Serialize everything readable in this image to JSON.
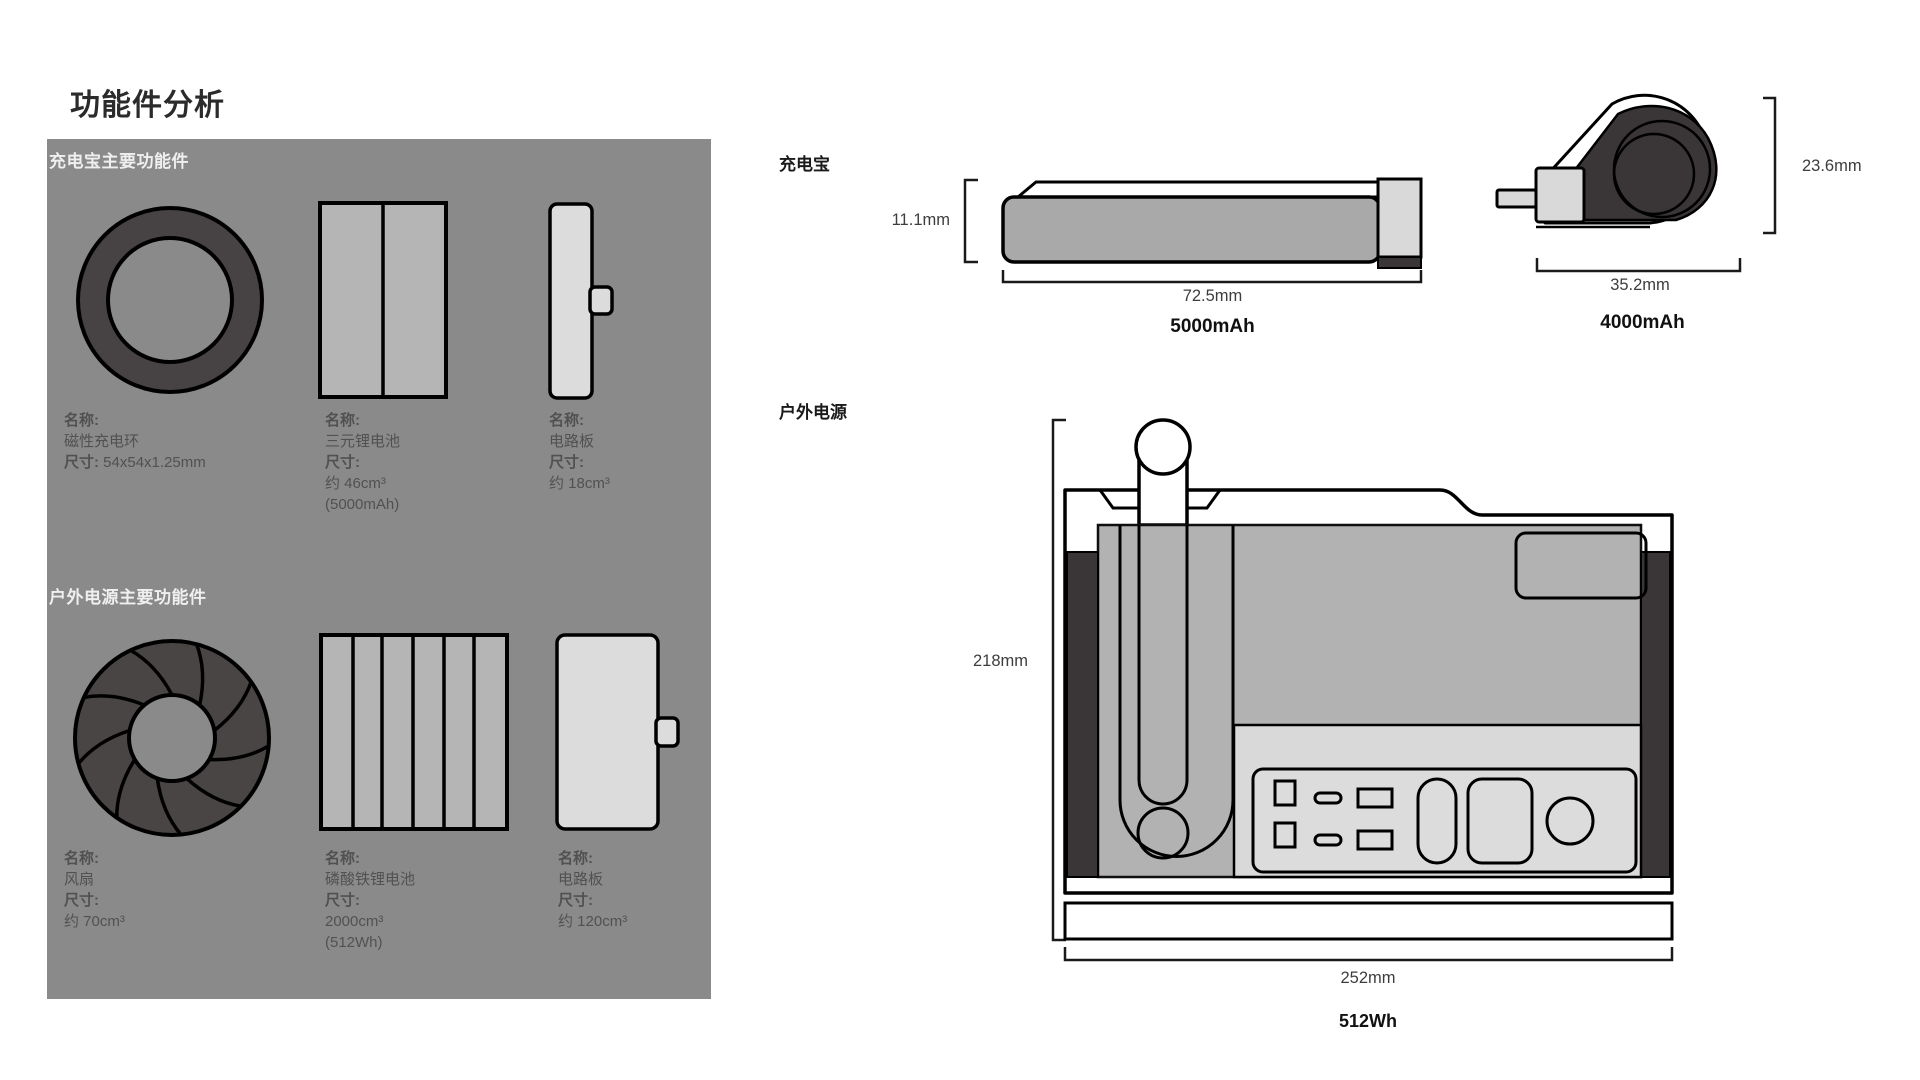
{
  "title": "功能件分析",
  "panel": {
    "sections": [
      {
        "header": "充电宝主要功能件",
        "items": [
          {
            "name_label": "名称:",
            "name": "磁性充电环",
            "size_label": "尺寸:",
            "size_lines": [
              "54x54x1.25mm"
            ]
          },
          {
            "name_label": "名称:",
            "name": "三元锂电池",
            "size_label": "尺寸:",
            "size_lines": [
              "约 46cm³",
              "(5000mAh)"
            ]
          },
          {
            "name_label": "名称:",
            "name": "电路板",
            "size_label": "尺寸:",
            "size_lines": [
              "约 18cm³"
            ]
          }
        ]
      },
      {
        "header": "户外电源主要功能件",
        "items": [
          {
            "name_label": "名称:",
            "name": "风扇",
            "size_label": "尺寸:",
            "size_lines": [
              "约 70cm³"
            ]
          },
          {
            "name_label": "名称:",
            "name": "磷酸铁锂电池",
            "size_label": "尺寸:",
            "size_lines": [
              "2000cm³",
              "(512Wh)"
            ]
          },
          {
            "name_label": "名称:",
            "name": "电路板",
            "size_label": "尺寸:",
            "size_lines": [
              "约 120cm³"
            ]
          }
        ]
      }
    ]
  },
  "right": {
    "powerbank": {
      "label": "充电宝",
      "side_view": {
        "height_dim": "11.1mm",
        "width_dim": "72.5mm",
        "capacity": "5000mAh"
      },
      "front_view": {
        "height_dim": "23.6mm",
        "width_dim": "35.2mm",
        "capacity": "4000mAh"
      }
    },
    "outdoor": {
      "label": "户外电源",
      "height_dim": "218mm",
      "width_dim": "252mm",
      "capacity": "512Wh"
    }
  },
  "colors": {
    "panel_bg": "#8a8a8a",
    "dark_part": "#474243",
    "battery_fill": "#b5b5b5",
    "board_fill": "#dcdcdc",
    "bar_fill": "#a9a9a9",
    "interior_fill": "#b2b2b2",
    "band_fill": "#d9d9d9",
    "strip_dark": "#3a3536"
  }
}
